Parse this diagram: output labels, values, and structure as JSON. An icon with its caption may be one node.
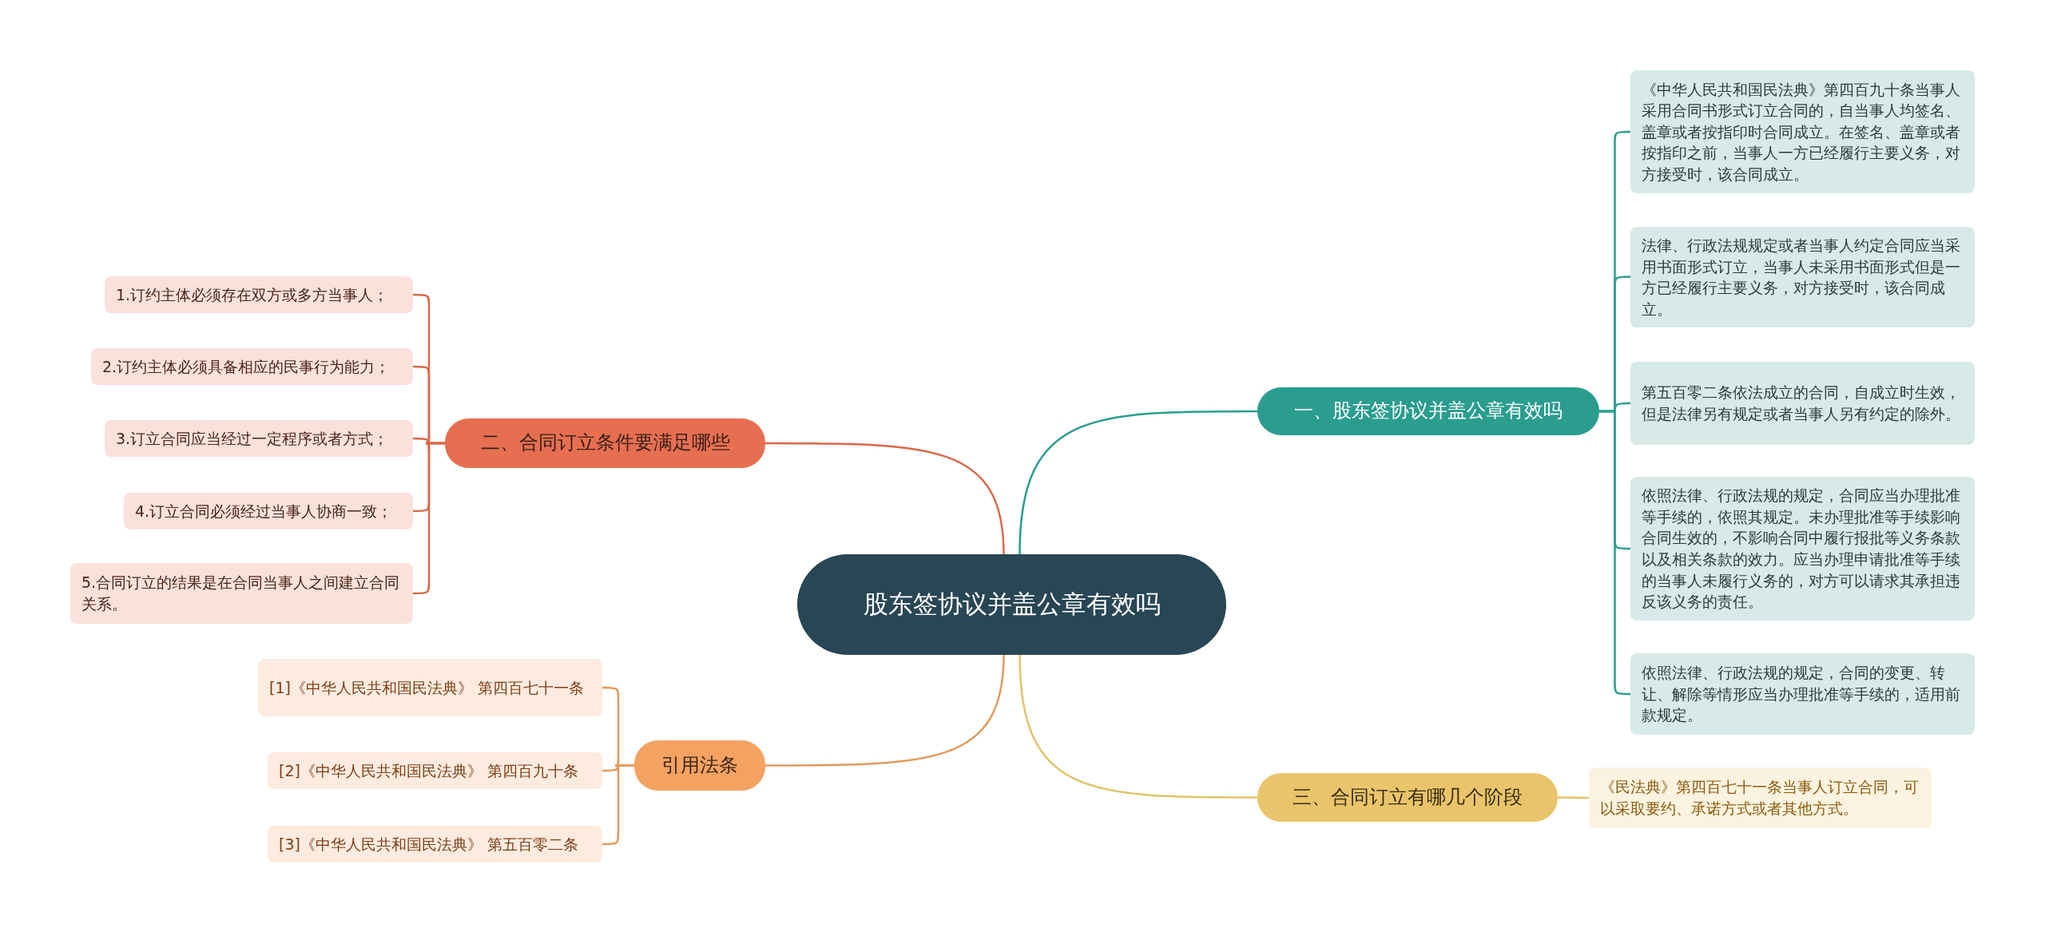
{
  "diagram": {
    "nodes": [
      {
        "text": [
          "股东签协议并盖公章有效吗"
        ]
      },
      {
        "text": [
          "一、股东签协议并盖公章有效吗"
        ]
      },
      {
        "text": [
          "《中华人民共和国民法典》第四百九十条当事人采用合同书形式订立合同的，自当事人均签名、盖章或者按指印时合同成立。在签名、盖章或者按指印之前，当事人一方已经履行主要义务，对方接受时，该合同成立。"
        ]
      },
      {
        "text": [
          "法律、行政法规规定或者当事人约定合同应当采用书面形式订立，当事人未采用书面形式但是一方已经履行主要义务，对方接受时，该合同成立。"
        ]
      },
      {
        "text": [
          "第五百零二条依法成立的合同，自成立时生效，但是法律另有规定或者当事人另有约定的除外。"
        ]
      },
      {
        "text": [
          "依照法律、行政法规的规定，合同应当办理批准等手续的，依照其规定。未办理批准等手续影响合同生效的，不影响合同中履行报批等义务条款以及相关条款的效力。应当办理申请批准等手续的当事人未履行义务的，对方可以请求其承担违反该义务的责任。"
        ]
      },
      {
        "text": [
          "依照法律、行政法规的规定，合同的变更、转让、解除等情形应当办理批准等手续的，适用前款规定。"
        ]
      },
      {
        "text": [
          "二、合同订立条件要满足哪些"
        ]
      },
      {
        "text": [
          "1.订约主体必须存在双方或多方当事人；"
        ]
      },
      {
        "text": [
          "2.订约主体必须具备相应的民事行为能力；"
        ]
      },
      {
        "text": [
          "3.订立合同应当经过一定程序或者方式；"
        ]
      },
      {
        "text": [
          "4.订立合同必须经过当事人协商一致；"
        ]
      },
      {
        "text": [
          "5.合同订立的结果是在合同当事人之间建立合同关系。"
        ]
      },
      {
        "text": [
          "三、合同订立有哪几个阶段"
        ]
      },
      {
        "text": [
          "《民法典》第四百七十一条当事人订立合同，可以采取要约、承诺方式或者其他方式。"
        ]
      },
      {
        "text": [
          "引用法条"
        ]
      },
      {
        "text": [
          "[1]《中华人民共和国民法典》 第四百七十一条"
        ]
      },
      {
        "text": [
          "[2]《中华人民共和国民法典》 第四百九十条"
        ]
      },
      {
        "text": [
          "[3]《中华人民共和国民法典》 第五百零二条"
        ]
      }
    ],
    "edges": [
      {
        "from": 0,
        "to": 1,
        "arrow": "none",
        "color": "#2a9d8f"
      },
      {
        "from": 1,
        "to": 2,
        "arrow": "none",
        "color": "#2a9d8f"
      },
      {
        "from": 1,
        "to": 3,
        "arrow": "none",
        "color": "#2a9d8f"
      },
      {
        "from": 1,
        "to": 4,
        "arrow": "none",
        "color": "#2a9d8f"
      },
      {
        "from": 1,
        "to": 5,
        "arrow": "none",
        "color": "#2a9d8f"
      },
      {
        "from": 1,
        "to": 6,
        "arrow": "none",
        "color": "#2a9d8f"
      },
      {
        "from": 0,
        "to": 7,
        "arrow": "none",
        "color": "#d9694a"
      },
      {
        "from": 7,
        "to": 8,
        "arrow": "none",
        "color": "#d9694a"
      },
      {
        "from": 7,
        "to": 9,
        "arrow": "none",
        "color": "#d9694a"
      },
      {
        "from": 7,
        "to": 10,
        "arrow": "none",
        "color": "#d9694a"
      },
      {
        "from": 7,
        "to": 11,
        "arrow": "none",
        "color": "#d9694a"
      },
      {
        "from": 7,
        "to": 12,
        "arrow": "none",
        "color": "#d9694a"
      },
      {
        "from": 0,
        "to": 13,
        "arrow": "none",
        "color": "#e2c26a"
      },
      {
        "from": 13,
        "to": 14,
        "arrow": "none",
        "color": "#e2c26a"
      },
      {
        "from": 0,
        "to": 15,
        "arrow": "none",
        "color": "#e39a5c"
      },
      {
        "from": 15,
        "to": 16,
        "arrow": "none",
        "color": "#e39a5c"
      },
      {
        "from": 15,
        "to": 17,
        "arrow": "none",
        "color": "#e39a5c"
      },
      {
        "from": 15,
        "to": 18,
        "arrow": "none",
        "color": "#e39a5c"
      }
    ]
  }
}
